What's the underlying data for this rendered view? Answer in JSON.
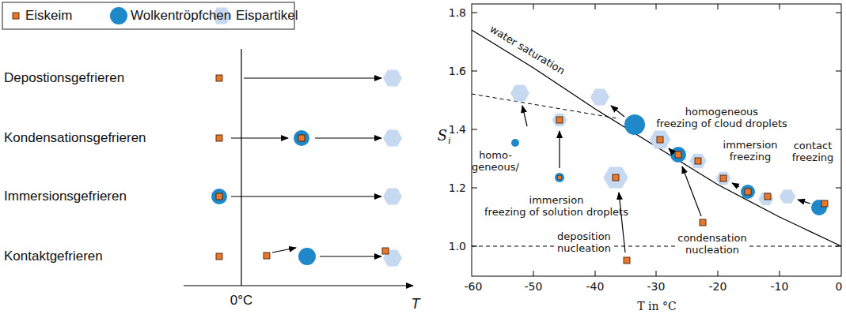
{
  "diagram": {
    "labels": [
      "Depostionsgefrieren",
      "Kondensationsgefrieren",
      "Immersionsgefrieren",
      "Kontaktgefrieren",
      "0°C",
      "T",
      "1.8",
      "1.6",
      "1.4",
      "1.2",
      "1.0",
      "S",
      "i",
      "water saturation",
      "homogeneous freezing of cloud droplets",
      "homo- geneous/",
      "immersion freezing of solution droplets",
      "immersion freezing",
      "contact freezing",
      "deposition nucleation",
      "condensation nucleation",
      "-60",
      "-50",
      "-40",
      "-30",
      "-20",
      "-10",
      "0",
      "T in °C"
    ],
    "legend": [
      {
        "text": "Eiskeim",
        "color": "#e8792b"
      },
      {
        "text": "Wolkentröpfchen",
        "color": "#1e88c8"
      },
      {
        "text": "Eispartikel",
        "color": "#c7d8f1"
      }
    ]
  }
}
